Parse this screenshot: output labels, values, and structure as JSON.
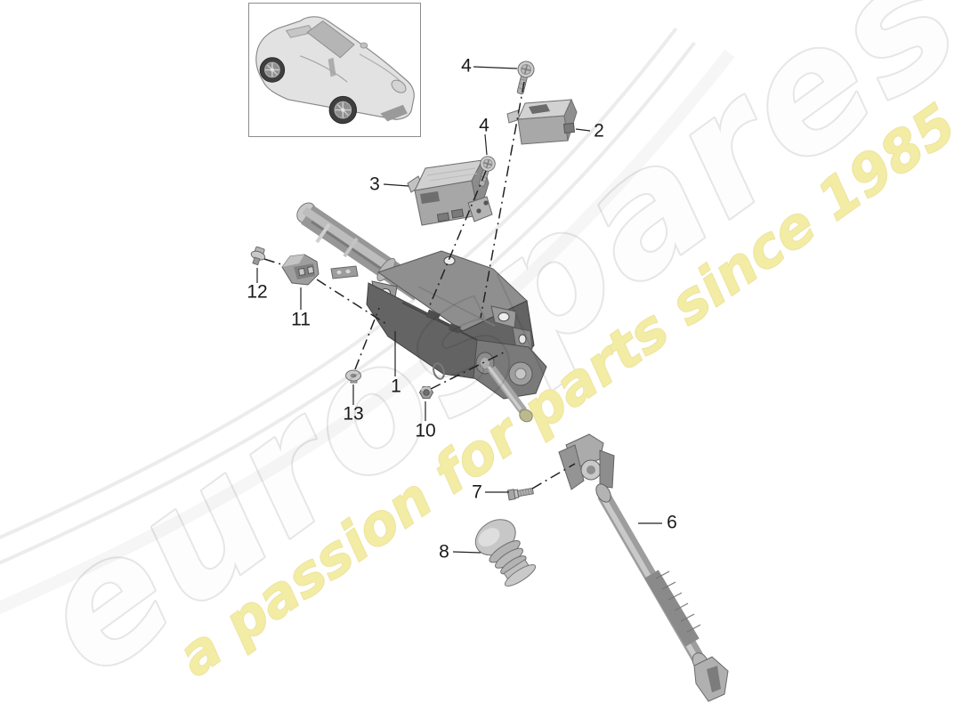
{
  "watermark": {
    "brand": "eurospares",
    "tagline": "a passion for parts since 1985"
  },
  "colors": {
    "callout_text": "#1a1a1a",
    "leader_line": "#222222",
    "brand_fill": "#fdfdfd",
    "brand_outline": "#e6e6e6",
    "tagline_fill": "#f2eca4",
    "tagline_outline": "#ece09b",
    "inset_border": "#8c8c8c",
    "part_dark_gray": "#646464",
    "part_mid_gray": "#a7a7a7",
    "shaft_tip_tint": "#bdb98e"
  },
  "callouts": {
    "c1": {
      "label": "1"
    },
    "c2": {
      "label": "2"
    },
    "c3": {
      "label": "3"
    },
    "c4a": {
      "label": "4"
    },
    "c4b": {
      "label": "4"
    },
    "c6": {
      "label": "6"
    },
    "c7": {
      "label": "7"
    },
    "c8": {
      "label": "8"
    },
    "c10": {
      "label": "10"
    },
    "c11": {
      "label": "11"
    },
    "c12": {
      "label": "12"
    },
    "c13": {
      "label": "13"
    }
  }
}
